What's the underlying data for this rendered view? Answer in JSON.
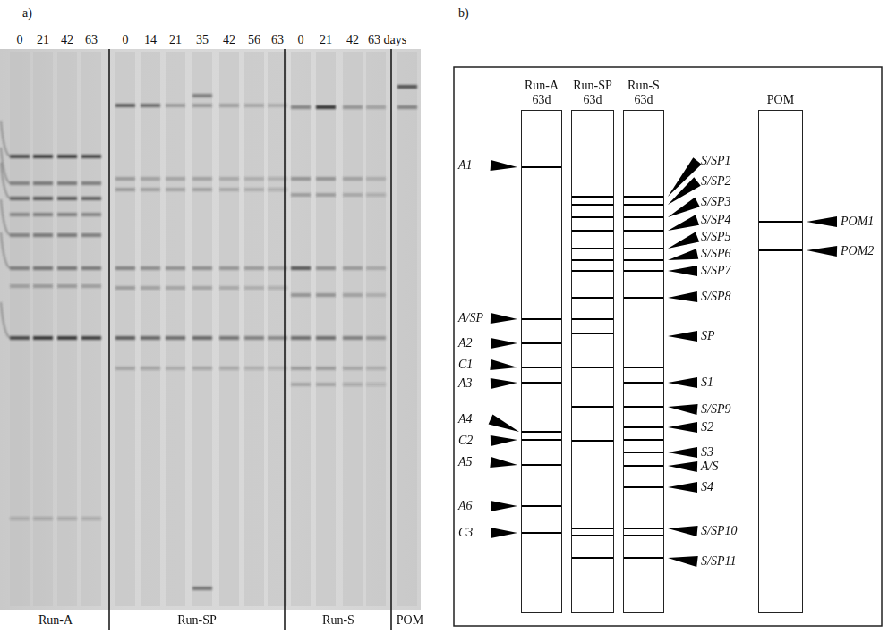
{
  "diagram": {
    "nodes": [
      {
        "text": [
          "Run-A 63d"
        ]
      },
      {
        "text": [
          "Run-SP 63d"
        ]
      },
      {
        "text": [
          "Run-S 63d"
        ]
      },
      {
        "text": [
          "POM"
        ]
      }
    ],
    "labels": [
      "a)",
      "0",
      "21",
      "42",
      "63",
      "0",
      "14",
      "21",
      "35",
      "42",
      "56",
      "63",
      "0",
      "21",
      "42",
      "63 days",
      "Run-A",
      "Run-SP",
      "Run-S",
      "POM",
      "b)",
      "A1",
      "A/SP",
      "A2",
      "C1",
      "A3",
      "A4",
      "C2",
      "A5",
      "A6",
      "C3",
      "S/SP1",
      "S/SP2",
      "S/SP3",
      "S/SP4",
      "S/SP5",
      "S/SP6",
      "S/SP7",
      "S/SP8",
      "SP",
      "S1",
      "S/SP9",
      "S2",
      "S3",
      "A/S",
      "S4",
      "S/SP10",
      "S/SP11",
      "POM1",
      "POM2"
    ]
  }
}
